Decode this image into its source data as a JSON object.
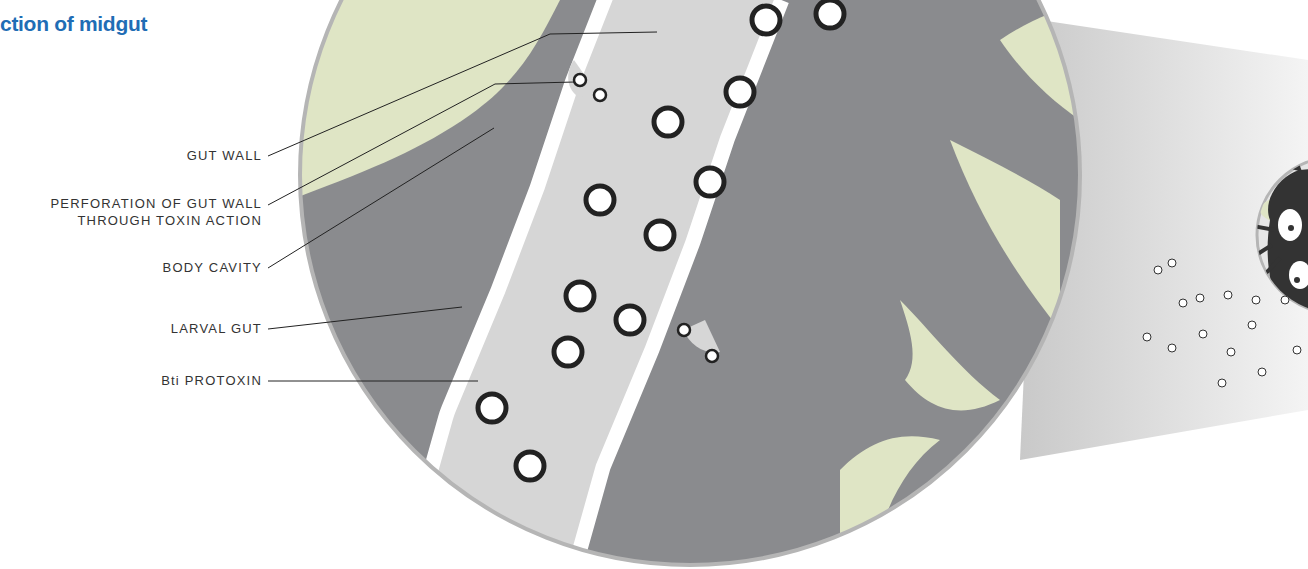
{
  "diagram": {
    "title": "ction of midgut",
    "labels": [
      "GUT WALL",
      "PERFORATION OF GUT WALL THROUGH TOXIN ACTION",
      "BODY CAVITY",
      "LARVAL GUT",
      "Bti PROTOXIN"
    ]
  }
}
